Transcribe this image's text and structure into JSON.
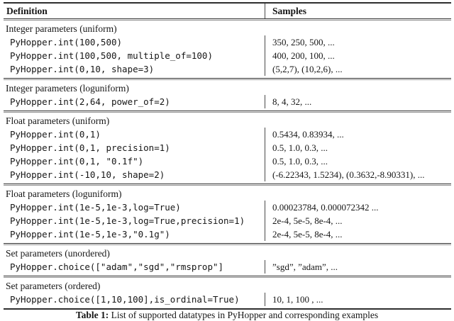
{
  "colors": {
    "ink": "#161616",
    "rule_dark": "#2e2e2e",
    "rule_gray": "#8f8f8f",
    "divider": "#4a4a4a"
  },
  "table": {
    "columns": [
      "Definition",
      "Samples"
    ],
    "sections": [
      {
        "title": "Integer parameters (uniform)",
        "rows": [
          {
            "definition": "PyHopper.int(100,500)",
            "samples": "350, 250, 500, ..."
          },
          {
            "definition": "PyHopper.int(100,500, multiple_of=100)",
            "samples": "400, 200, 100, ..."
          },
          {
            "definition": "PyHopper.int(0,10, shape=3)",
            "samples": "(5,2,7), (10,2,6), ..."
          }
        ]
      },
      {
        "title": "Integer parameters (loguniform)",
        "rows": [
          {
            "definition": "PyHopper.int(2,64, power_of=2)",
            "samples": "8, 4, 32, ..."
          }
        ]
      },
      {
        "title": "Float parameters (uniform)",
        "rows": [
          {
            "definition": "PyHopper.int(0,1)",
            "samples": "0.5434, 0.83934, ..."
          },
          {
            "definition": "PyHopper.int(0,1, precision=1)",
            "samples": "0.5, 1.0, 0.3, ..."
          },
          {
            "definition": "PyHopper.int(0,1, \"0.1f\")",
            "samples": "0.5, 1.0, 0.3, ..."
          },
          {
            "definition": "PyHopper.int(-10,10, shape=2)",
            "samples": "(-6.22343, 1.5234), (0.3632,-8.90331), ..."
          }
        ]
      },
      {
        "title": "Float parameters (loguniform)",
        "rows": [
          {
            "definition": "PyHopper.int(1e-5,1e-3,log=True)",
            "samples": "0.00023784, 0.000072342 ..."
          },
          {
            "definition": "PyHopper.int(1e-5,1e-3,log=True,precision=1)",
            "samples": "2e-4, 5e-5, 8e-4, ..."
          },
          {
            "definition": "PyHopper.int(1e-5,1e-3,\"0.1g\")",
            "samples": "2e-4, 5e-5, 8e-4, ..."
          }
        ]
      },
      {
        "title": "Set parameters (unordered)",
        "rows": [
          {
            "definition": "PyHopper.choice([\"adam\",\"sgd\",\"rmsprop\"]",
            "samples": "”sgd”, ”adam”, ..."
          }
        ]
      },
      {
        "title": "Set parameters (ordered)",
        "rows": [
          {
            "definition": "PyHopper.choice([1,10,100],is_ordinal=True)",
            "samples": "10, 1, 100 , ..."
          }
        ]
      }
    ]
  },
  "caption": {
    "label": "Table 1:",
    "text": " List of supported datatypes in PyHopper and corresponding examples"
  }
}
